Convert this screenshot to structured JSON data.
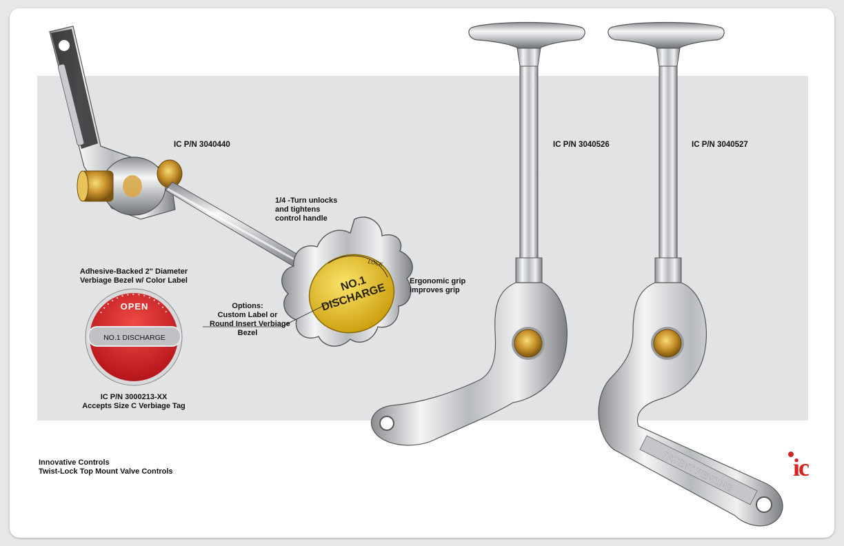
{
  "parts": {
    "pn_3040440": "IC P/N 3040440",
    "pn_3040526": "IC P/N 3040526",
    "pn_3040527": "IC P/N 3040527"
  },
  "callouts": {
    "quarter_turn": [
      "1/4 -Turn unlocks",
      "and tightens",
      "control handle"
    ],
    "ergonomic": [
      "Ergonomic grip",
      "improves grip"
    ],
    "options": [
      "Options:",
      "Custom Label or",
      "Round Insert Verbiage",
      "Bezel"
    ],
    "bezel_title": [
      "Adhesive-Backed 2\" Diameter",
      "Verbiage Bezel w/ Color Label"
    ],
    "bezel_pn": [
      "IC P/N 3000213-XX",
      "Accepts Size C Verbiage Tag"
    ]
  },
  "knob": {
    "line1": "NO.1",
    "line2": "DISCHARGE",
    "lock": "LOCK"
  },
  "bezel": {
    "open": "OPEN",
    "label": "NO.1 DISCHARGE"
  },
  "stamp": "PATENT PENDING",
  "footer": {
    "line1": "Innovative Controls",
    "line2": "Twist-Lock Top Mount Valve Controls"
  },
  "logo": "ic",
  "colors": {
    "brand_red": "#d7231f",
    "gold": "#d8b012",
    "brass": "#c8912a",
    "bezel_red": "#d8232a"
  }
}
